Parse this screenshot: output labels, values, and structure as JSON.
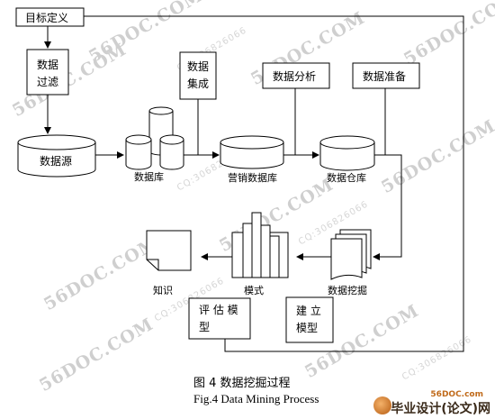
{
  "nodes": {
    "goal": "目标定义",
    "filter": "数据\n过滤",
    "integrate": "数据\n集成",
    "analysis": "数据分析",
    "prepare": "数据准备",
    "source": "数据源",
    "database": "数据库",
    "marketing_db": "营销数据库",
    "warehouse": "数据仓库",
    "mining": "数据挖掘",
    "model": "模式",
    "knowledge": "知识",
    "evaluate": "评 估 模\n型",
    "build": "建 立\n模型"
  },
  "caption": {
    "chinese": "图 4    数据挖掘过程",
    "english": "Fig.4    Data Mining Process"
  },
  "watermarks": [
    "56DOC.COM",
    "CQ:306826066"
  ],
  "logo": {
    "site": "56DOC.com",
    "text": "毕业设计(论文)网"
  }
}
